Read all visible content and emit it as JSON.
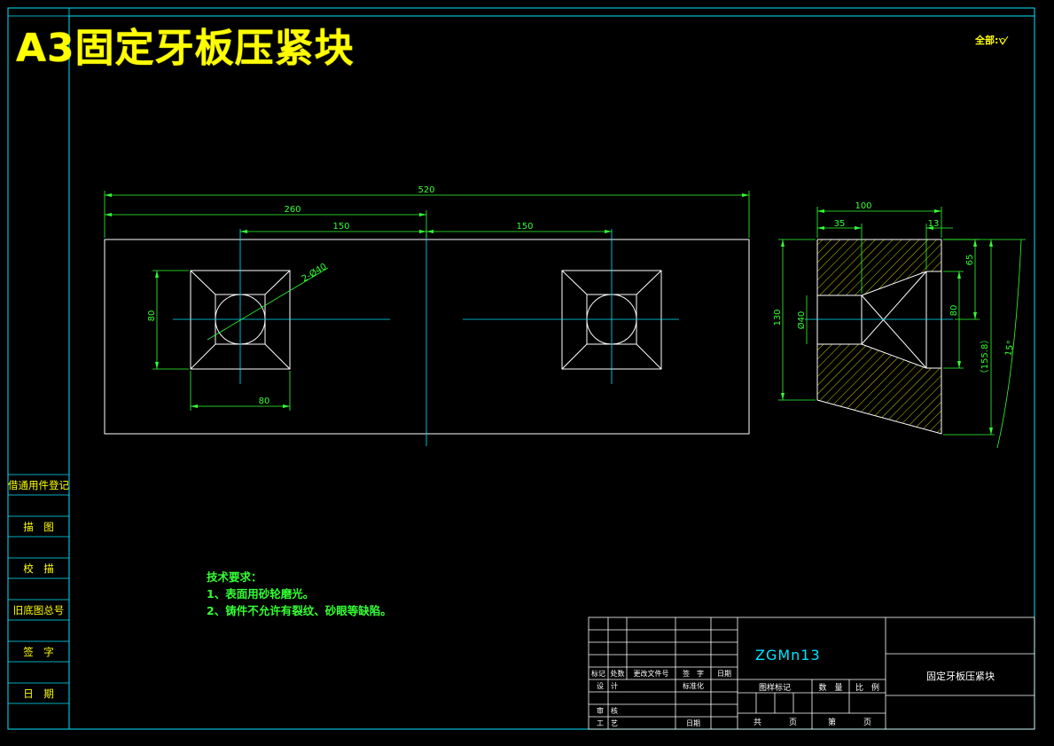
{
  "title": {
    "sheet_size": "A3",
    "name": "固定牙板压紧块"
  },
  "surface_finish": {
    "label": "全部:",
    "icon": "roughness-check-icon"
  },
  "dimensions": {
    "overall_length": "520",
    "half_length": "260",
    "left_hole_offset": "150",
    "right_hole_offset": "150",
    "hole_square_height": "80",
    "hole_square_width": "80",
    "hole_callout": "2-Ø40",
    "side_width": "100",
    "side_left": "35",
    "side_right": "13",
    "side_height": "130",
    "side_bore": "Ø40",
    "side_top": "65",
    "side_pocket": "80",
    "side_reference": "（155.8）",
    "taper_angle": "15°"
  },
  "requirements": {
    "heading": "技术要求：",
    "items": [
      "1、表面用砂轮磨光。",
      "2、铸件不允许有裂纹、砂眼等缺陷。"
    ]
  },
  "side_panel": {
    "rows": [
      "借通用件登记",
      "描　图",
      "校　描",
      "旧底图总号",
      "签　字",
      "日　期"
    ]
  },
  "title_block": {
    "material": "ZGMn13",
    "part_name": "固定牙板压紧块",
    "revision_headers": [
      "标记",
      "处数",
      "更改文件号",
      "签　字",
      "日期"
    ],
    "design_label": "设　计",
    "standardize_label": "标准化",
    "review_label": "审　核",
    "process_label": "工　艺",
    "date_label": "日期",
    "stage_label": "图样标记",
    "weight_label": "数　量",
    "scale_label": "比　例",
    "total_label": "共",
    "sheet_label": "页",
    "page_label": "第",
    "page_label2": "页"
  },
  "colors": {
    "geometry": "#ffffff",
    "centerline": "#00e5ff",
    "dimension": "#33ff33",
    "frame": "#00e5ff",
    "title": "#ffff00"
  }
}
